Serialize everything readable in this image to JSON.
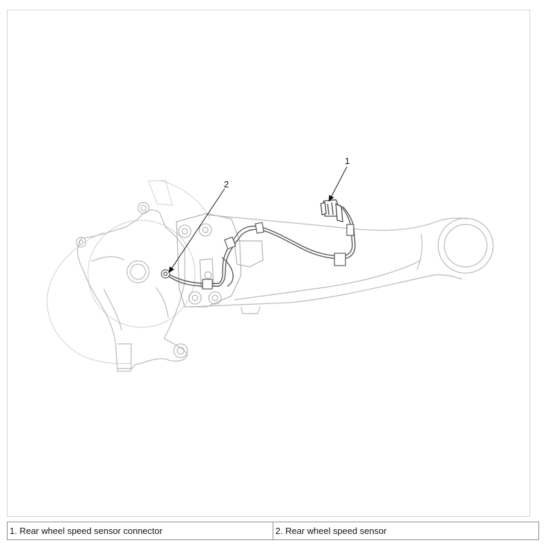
{
  "figure": {
    "callouts": [
      {
        "number": "1"
      },
      {
        "number": "2"
      }
    ]
  },
  "legend": [
    {
      "text": "1. Rear wheel speed sensor connector"
    },
    {
      "text": "2. Rear wheel speed sensor"
    }
  ]
}
